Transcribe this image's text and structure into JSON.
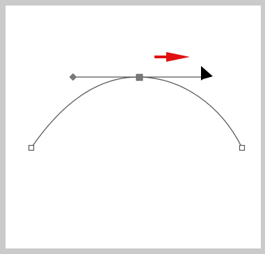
{
  "canvas": {
    "frame_color": "#cacaca",
    "background_color": "#ffffff"
  },
  "path": {
    "stroke_color": "#555555",
    "anchors": [
      {
        "name": "left-anchor-point",
        "selected": false
      },
      {
        "name": "top-anchor-point",
        "selected": true
      },
      {
        "name": "right-anchor-point",
        "selected": false
      }
    ],
    "handle_color": "#7a7a7a"
  },
  "cursor": {
    "icon": "arrow-pointer-icon",
    "color": "#000000"
  },
  "direction_indicator": {
    "icon": "red-arrow-right-icon",
    "color": "#e01010"
  }
}
